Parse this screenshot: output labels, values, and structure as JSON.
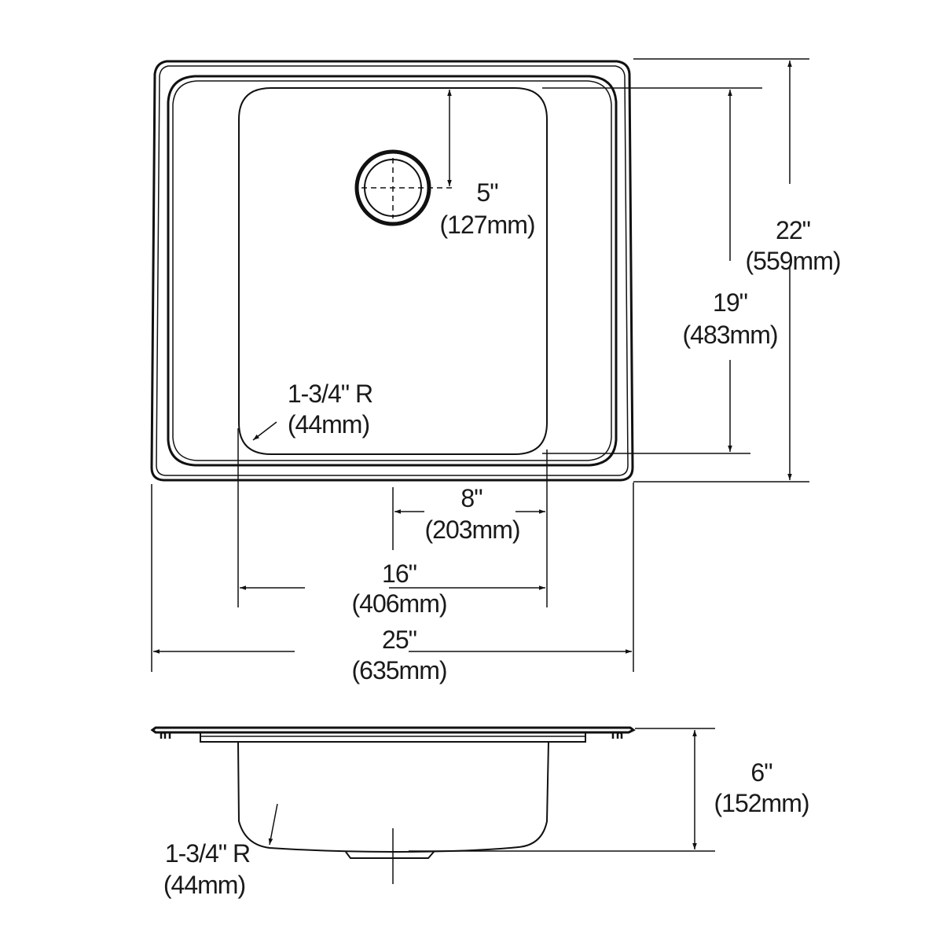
{
  "diagram": {
    "type": "sink-dimension-drawing",
    "colors": {
      "line": "#111111",
      "text": "#1a1a1a",
      "background": "#ffffff"
    },
    "top_view": {
      "dimensions": {
        "drain_offset": {
          "imperial": "5\"",
          "metric": "(127mm)"
        },
        "overall_depth": {
          "imperial": "22\"",
          "metric": "(559mm)"
        },
        "bowl_depth": {
          "imperial": "19\"",
          "metric": "(483mm)"
        },
        "corner_radius": {
          "imperial": "1-3/4\" R",
          "metric": "(44mm)"
        },
        "drain_center_width": {
          "imperial": "8\"",
          "metric": "(203mm)"
        },
        "bowl_width": {
          "imperial": "16\"",
          "metric": "(406mm)"
        },
        "overall_width": {
          "imperial": "25\"",
          "metric": "(635mm)"
        }
      }
    },
    "side_view": {
      "dimensions": {
        "bowl_height": {
          "imperial": "6\"",
          "metric": "(152mm)"
        },
        "corner_radius": {
          "imperial": "1-3/4\" R",
          "metric": "(44mm)"
        }
      }
    }
  }
}
